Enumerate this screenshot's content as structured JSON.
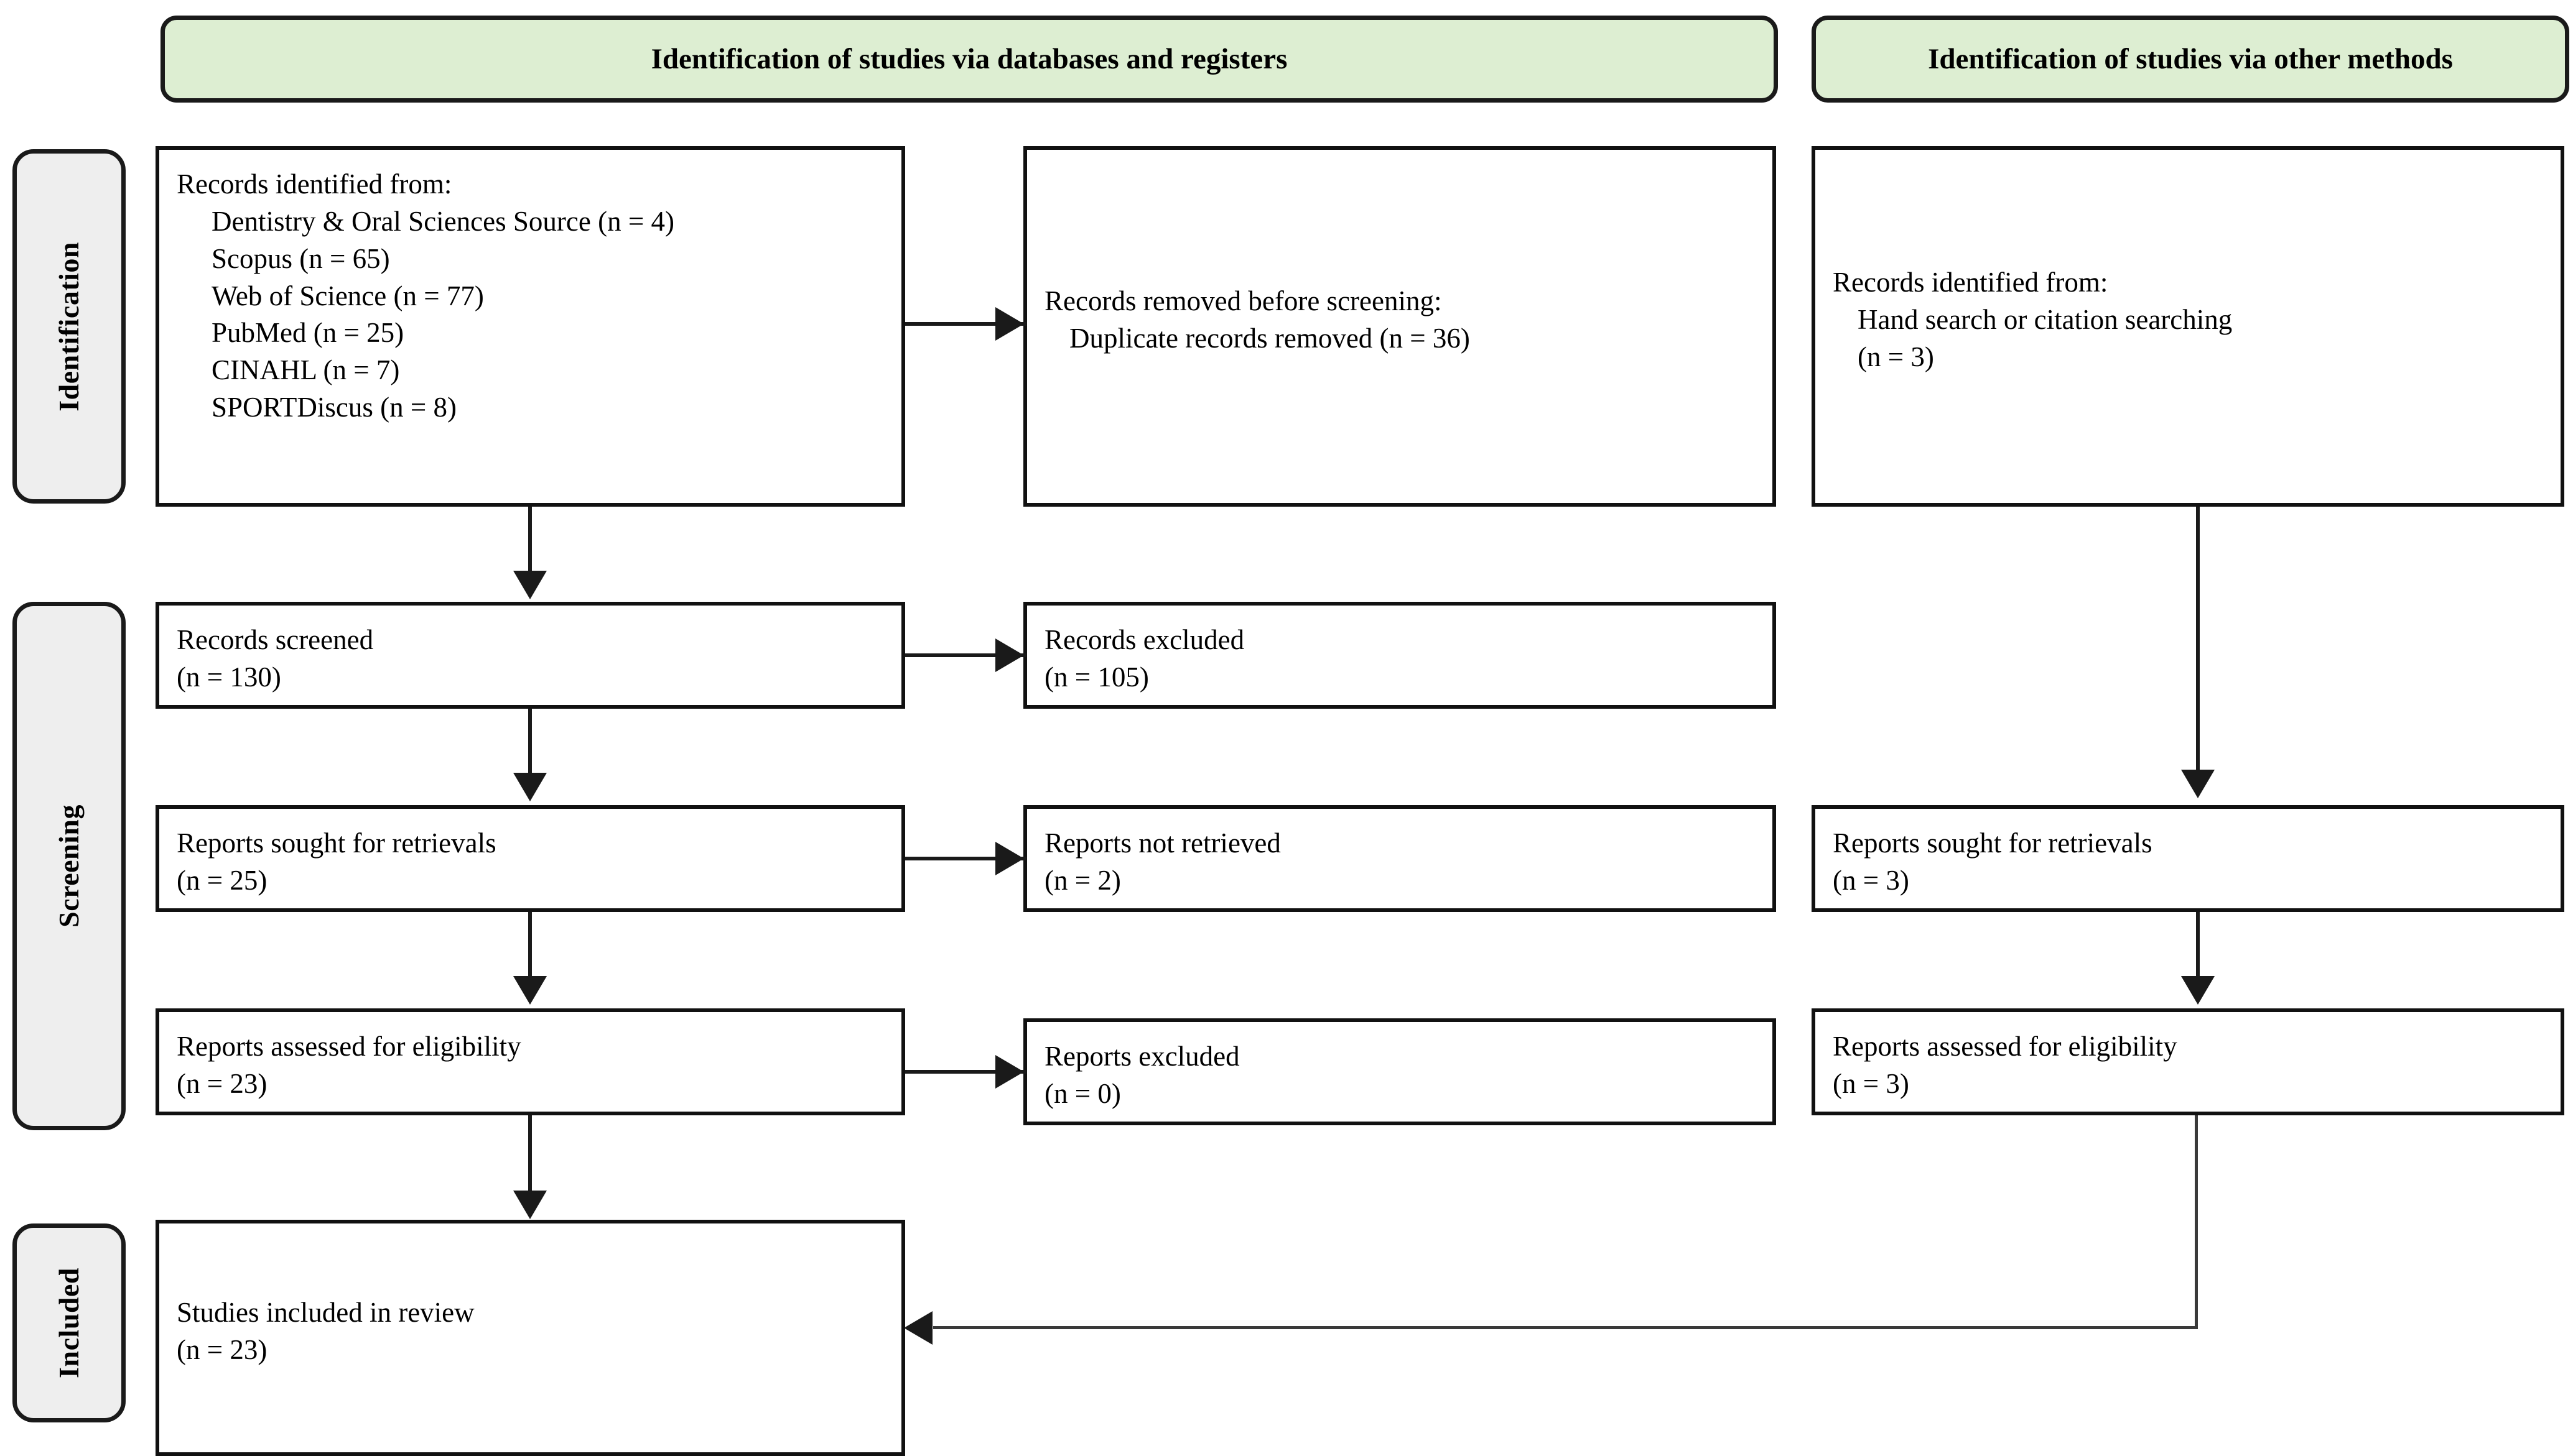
{
  "diagram": {
    "title": "PRISMA 2020 flow diagram",
    "colors": {
      "header_fill": "#ddeed2",
      "stage_fill": "#eeeeee",
      "border": "#1a1a1a",
      "background": "#ffffff"
    }
  },
  "headers": [
    {
      "id": "databases",
      "label": "Identification of studies via databases and registers"
    },
    {
      "id": "other",
      "label": "Identification of studies via other methods"
    }
  ],
  "stages": [
    {
      "id": "identification",
      "label": "Identification"
    },
    {
      "id": "screening",
      "label": "Screening"
    },
    {
      "id": "included",
      "label": "Included"
    }
  ],
  "nodes": {
    "records_identified": {
      "lines": [
        "Records identified from:",
        "Dentistry & Oral Sciences Source (n = 4)",
        "Scopus (n = 65)",
        "Web of Science (n = 77)",
        "PubMed (n = 25)",
        "CINAHL (n = 7)",
        "SPORTDiscus (n = 8)"
      ]
    },
    "records_removed": {
      "lines": [
        "Records removed before screening:",
        "Duplicate records removed (n = 36)"
      ]
    },
    "other_identified": {
      "lines": [
        "Records identified from:",
        "Hand search or citation searching",
        "(n = 3)"
      ]
    },
    "records_screened": {
      "lines": [
        "Records screened",
        "(n = 130)"
      ]
    },
    "records_excluded": {
      "lines": [
        "Records excluded",
        "(n = 105)"
      ]
    },
    "reports_sought": {
      "lines": [
        "Reports sought for retrievals",
        "(n = 25)"
      ]
    },
    "reports_not_retrieved": {
      "lines": [
        "Reports not retrieved",
        "(n = 2)"
      ]
    },
    "other_reports_sought": {
      "lines": [
        "Reports sought for retrievals",
        "(n = 3)"
      ]
    },
    "reports_assessed": {
      "lines": [
        "Reports assessed for eligibility",
        "(n = 23)"
      ]
    },
    "reports_excluded": {
      "lines": [
        "Reports excluded",
        "(n = 0)"
      ]
    },
    "other_reports_assessed": {
      "lines": [
        "Reports assessed for eligibility",
        "(n = 3)"
      ]
    },
    "studies_included": {
      "lines": [
        "Studies included in review",
        "(n = 23)"
      ]
    }
  },
  "chart_data": {
    "type": "diagram",
    "title": "PRISMA 2020 flow diagram",
    "counts": {
      "dentistry_oral_sciences_source": 4,
      "scopus": 65,
      "web_of_science": 77,
      "pubmed": 25,
      "cinahl": 7,
      "sportdiscus": 8,
      "duplicate_records_removed": 36,
      "records_screened": 130,
      "records_excluded": 105,
      "reports_sought_for_retrievals": 25,
      "reports_not_retrieved": 2,
      "reports_assessed_for_eligibility": 23,
      "reports_excluded": 0,
      "other_hand_search_or_citation_searching": 3,
      "other_reports_sought_for_retrievals": 3,
      "other_reports_assessed_for_eligibility": 3,
      "studies_included_in_review": 23
    }
  }
}
